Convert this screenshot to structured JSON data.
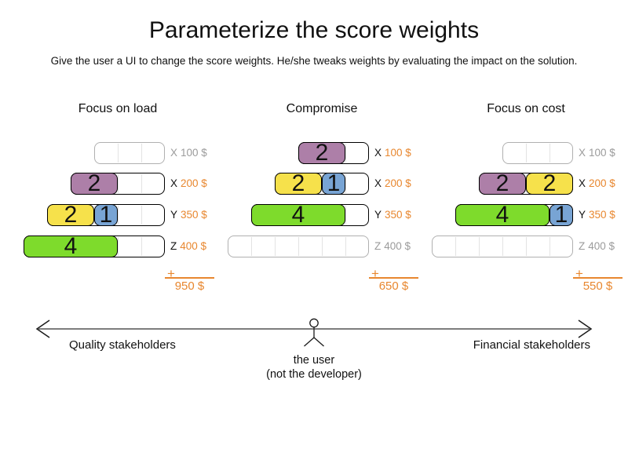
{
  "title": "Parameterize the score weights",
  "subtitle": "Give the user a UI to change the score weights. He/she tweaks weights by evaluating the impact on the solution.",
  "unit_width": 30,
  "colors": {
    "purple": "#ad7fa8",
    "yellow": "#f6e14b",
    "blue": "#78a4d4",
    "green": "#7edb2c",
    "orange": "#e8872f",
    "gray_label": "#9b9b9b",
    "active_border": "#000000",
    "inactive_border": "#b0b0b0",
    "divider": "#e3e3e3",
    "axis_line": "#7d7d7d"
  },
  "columns": [
    {
      "title": "Focus on load",
      "plus": "+",
      "total": "950 $",
      "rows": [
        {
          "label_letter": "X",
          "label_value": "100 $",
          "capacity": 3,
          "active": false,
          "blocks": []
        },
        {
          "label_letter": "X",
          "label_value": "200 $",
          "capacity": 4,
          "active": true,
          "blocks": [
            {
              "value": "2",
              "color": "purple"
            }
          ]
        },
        {
          "label_letter": "Y",
          "label_value": "350 $",
          "capacity": 5,
          "active": true,
          "blocks": [
            {
              "value": "2",
              "color": "yellow"
            },
            {
              "value": "1",
              "color": "blue"
            }
          ]
        },
        {
          "label_letter": "Z",
          "label_value": "400 $",
          "capacity": 6,
          "active": true,
          "blocks": [
            {
              "value": "4",
              "color": "green"
            }
          ]
        }
      ]
    },
    {
      "title": "Compromise",
      "plus": "+",
      "total": "650 $",
      "rows": [
        {
          "label_letter": "X",
          "label_value": "100 $",
          "capacity": 3,
          "active": true,
          "blocks": [
            {
              "value": "2",
              "color": "purple"
            }
          ]
        },
        {
          "label_letter": "X",
          "label_value": "200 $",
          "capacity": 4,
          "active": true,
          "blocks": [
            {
              "value": "2",
              "color": "yellow"
            },
            {
              "value": "1",
              "color": "blue"
            }
          ]
        },
        {
          "label_letter": "Y",
          "label_value": "350 $",
          "capacity": 5,
          "active": true,
          "blocks": [
            {
              "value": "4",
              "color": "green"
            }
          ]
        },
        {
          "label_letter": "Z",
          "label_value": "400 $",
          "capacity": 6,
          "active": false,
          "blocks": []
        }
      ]
    },
    {
      "title": "Focus on cost",
      "plus": "+",
      "total": "550 $",
      "rows": [
        {
          "label_letter": "X",
          "label_value": "100 $",
          "capacity": 3,
          "active": false,
          "blocks": []
        },
        {
          "label_letter": "X",
          "label_value": "200 $",
          "capacity": 4,
          "active": true,
          "blocks": [
            {
              "value": "2",
              "color": "purple"
            },
            {
              "value": "2",
              "color": "yellow"
            }
          ]
        },
        {
          "label_letter": "Y",
          "label_value": "350 $",
          "capacity": 5,
          "active": true,
          "blocks": [
            {
              "value": "4",
              "color": "green"
            },
            {
              "value": "1",
              "color": "blue"
            }
          ]
        },
        {
          "label_letter": "Z",
          "label_value": "400 $",
          "capacity": 6,
          "active": false,
          "blocks": []
        }
      ]
    }
  ],
  "footer": {
    "left_label": "Quality stakeholders",
    "right_label": "Financial stakeholders",
    "user_label": "the user",
    "user_sublabel": "(not the developer)"
  }
}
